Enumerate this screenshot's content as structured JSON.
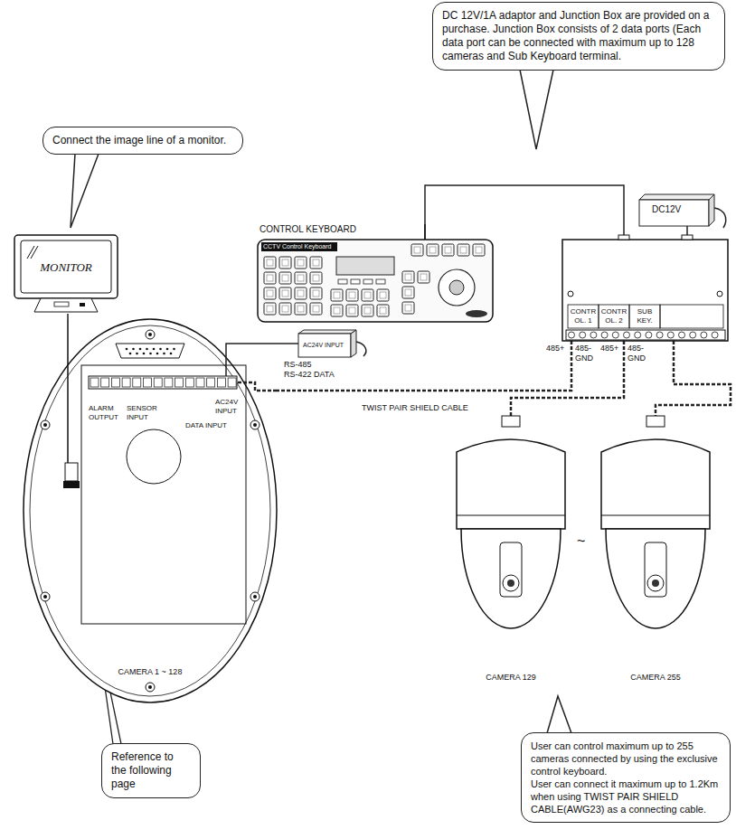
{
  "diagram": {
    "nodes": [
      {
        "text": [
          "DC 12V/1A adaptor and Junction Box are provided on a purchase. Junction Box consists of 2 data ports (Each data port can be connected with maximum up to 128 cameras and Sub Keyboard terminal."
        ]
      },
      {
        "text": [
          "Connect the image line of a monitor."
        ]
      },
      {
        "text": [
          "CONTROL KEYBOARD",
          "CCTV Control Keyboard"
        ]
      },
      {
        "text": [
          "DC12V"
        ]
      },
      {
        "text": [
          "MONITOR"
        ]
      },
      {
        "text": [
          "CONTR OL. 1",
          "CONTR OL. 2",
          "SUB KEY."
        ]
      },
      {
        "text": [
          "AC24V INPUT"
        ]
      },
      {
        "text": [
          "ALARM OUTPUT",
          "SENSOR INPUT",
          "DATA INPUT",
          "AC24V INPUT",
          "CAMERA 1 ~ 128"
        ]
      },
      {
        "text": [
          "CAMERA 129"
        ]
      },
      {
        "text": [
          "CAMERA 255"
        ]
      },
      {
        "text": [
          "Reference to the following page"
        ]
      },
      {
        "text": [
          "User can control maximum up to 255 cameras connected by using the exclusive control keyboard.",
          "User can connect it maximum up to 1.2Km when using TWIST PAIR SHIELD CABLE(AWG23) as a connecting cable."
        ]
      }
    ],
    "edges": [
      {
        "from": 2,
        "to": 5,
        "arrow": "none"
      },
      {
        "from": 3,
        "to": 5,
        "arrow": "none"
      },
      {
        "from": 4,
        "to": 7,
        "arrow": "none"
      },
      {
        "from": 6,
        "to": 7,
        "arrow": "none"
      },
      {
        "from": 5,
        "to": 7,
        "arrow": "none"
      },
      {
        "from": 5,
        "to": 8,
        "arrow": "none"
      },
      {
        "from": 5,
        "to": 9,
        "arrow": "none"
      }
    ],
    "labels": [
      "485+",
      "485-",
      "GND",
      "485+",
      "485-",
      "GND",
      "RS-485",
      "RS-422 DATA",
      "TWIST PAIR SHIELD CABLE",
      "~"
    ]
  }
}
